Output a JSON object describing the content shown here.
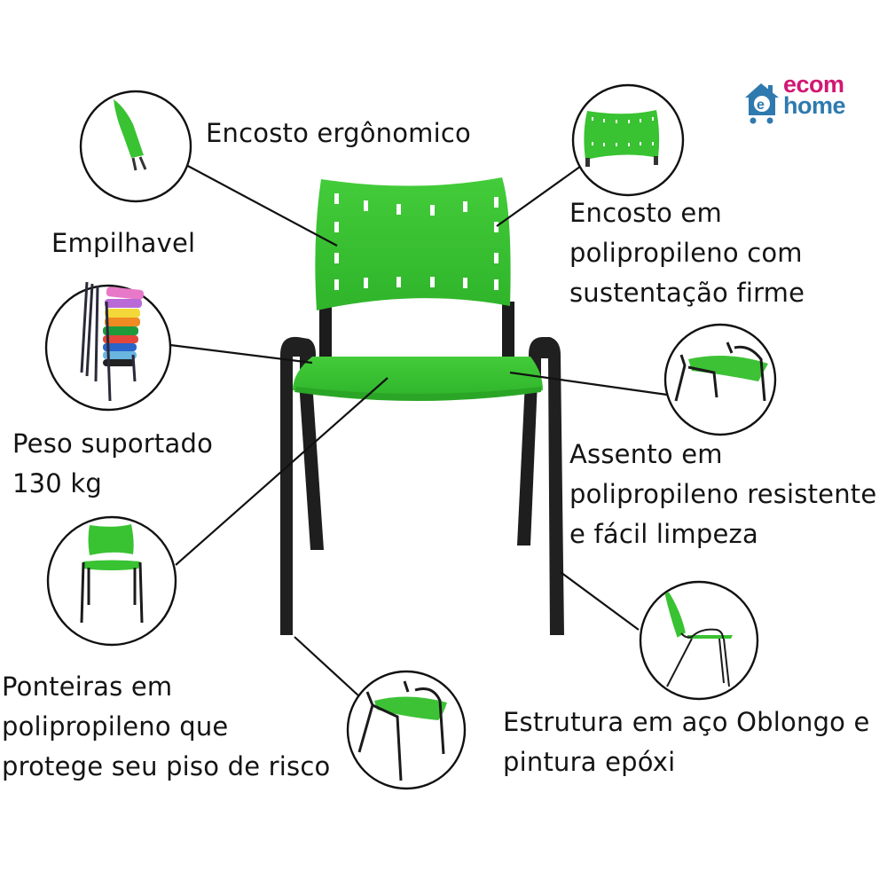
{
  "brand": {
    "logo_top": "ecom",
    "logo_bottom": "home",
    "colors": {
      "ecom": "#d11873",
      "home": "#2e7aaf"
    }
  },
  "product": {
    "seat_color": "#39c232",
    "frame_color": "#1b1b1b"
  },
  "callouts": [
    {
      "id": "backrest-ergonomic",
      "lines": [
        "Encosto ergônomico"
      ],
      "thumbnail": "backrest-side-view"
    },
    {
      "id": "backrest-material",
      "lines": [
        "Encosto em",
        "polipropileno com",
        "sustentação firme"
      ],
      "thumbnail": "backrest-front-view"
    },
    {
      "id": "stackable",
      "lines": [
        "Empilhavel"
      ],
      "thumbnail": "stacked-chairs"
    },
    {
      "id": "seat-material",
      "lines": [
        "Assento em",
        "polipropileno resistente",
        "e fácil limpeza"
      ],
      "thumbnail": "seat-view"
    },
    {
      "id": "weight",
      "lines": [
        "Peso suportado",
        "130 kg"
      ],
      "thumbnail": "chair-front-view"
    },
    {
      "id": "feet-caps",
      "lines": [
        "Ponteiras em",
        "polipropileno que",
        "protege seu piso de risco"
      ],
      "thumbnail": "chair-legs-view"
    },
    {
      "id": "frame",
      "lines": [
        "Estrutura em aço Oblongo e",
        "pintura epóxi"
      ],
      "thumbnail": "chair-side-view"
    }
  ]
}
